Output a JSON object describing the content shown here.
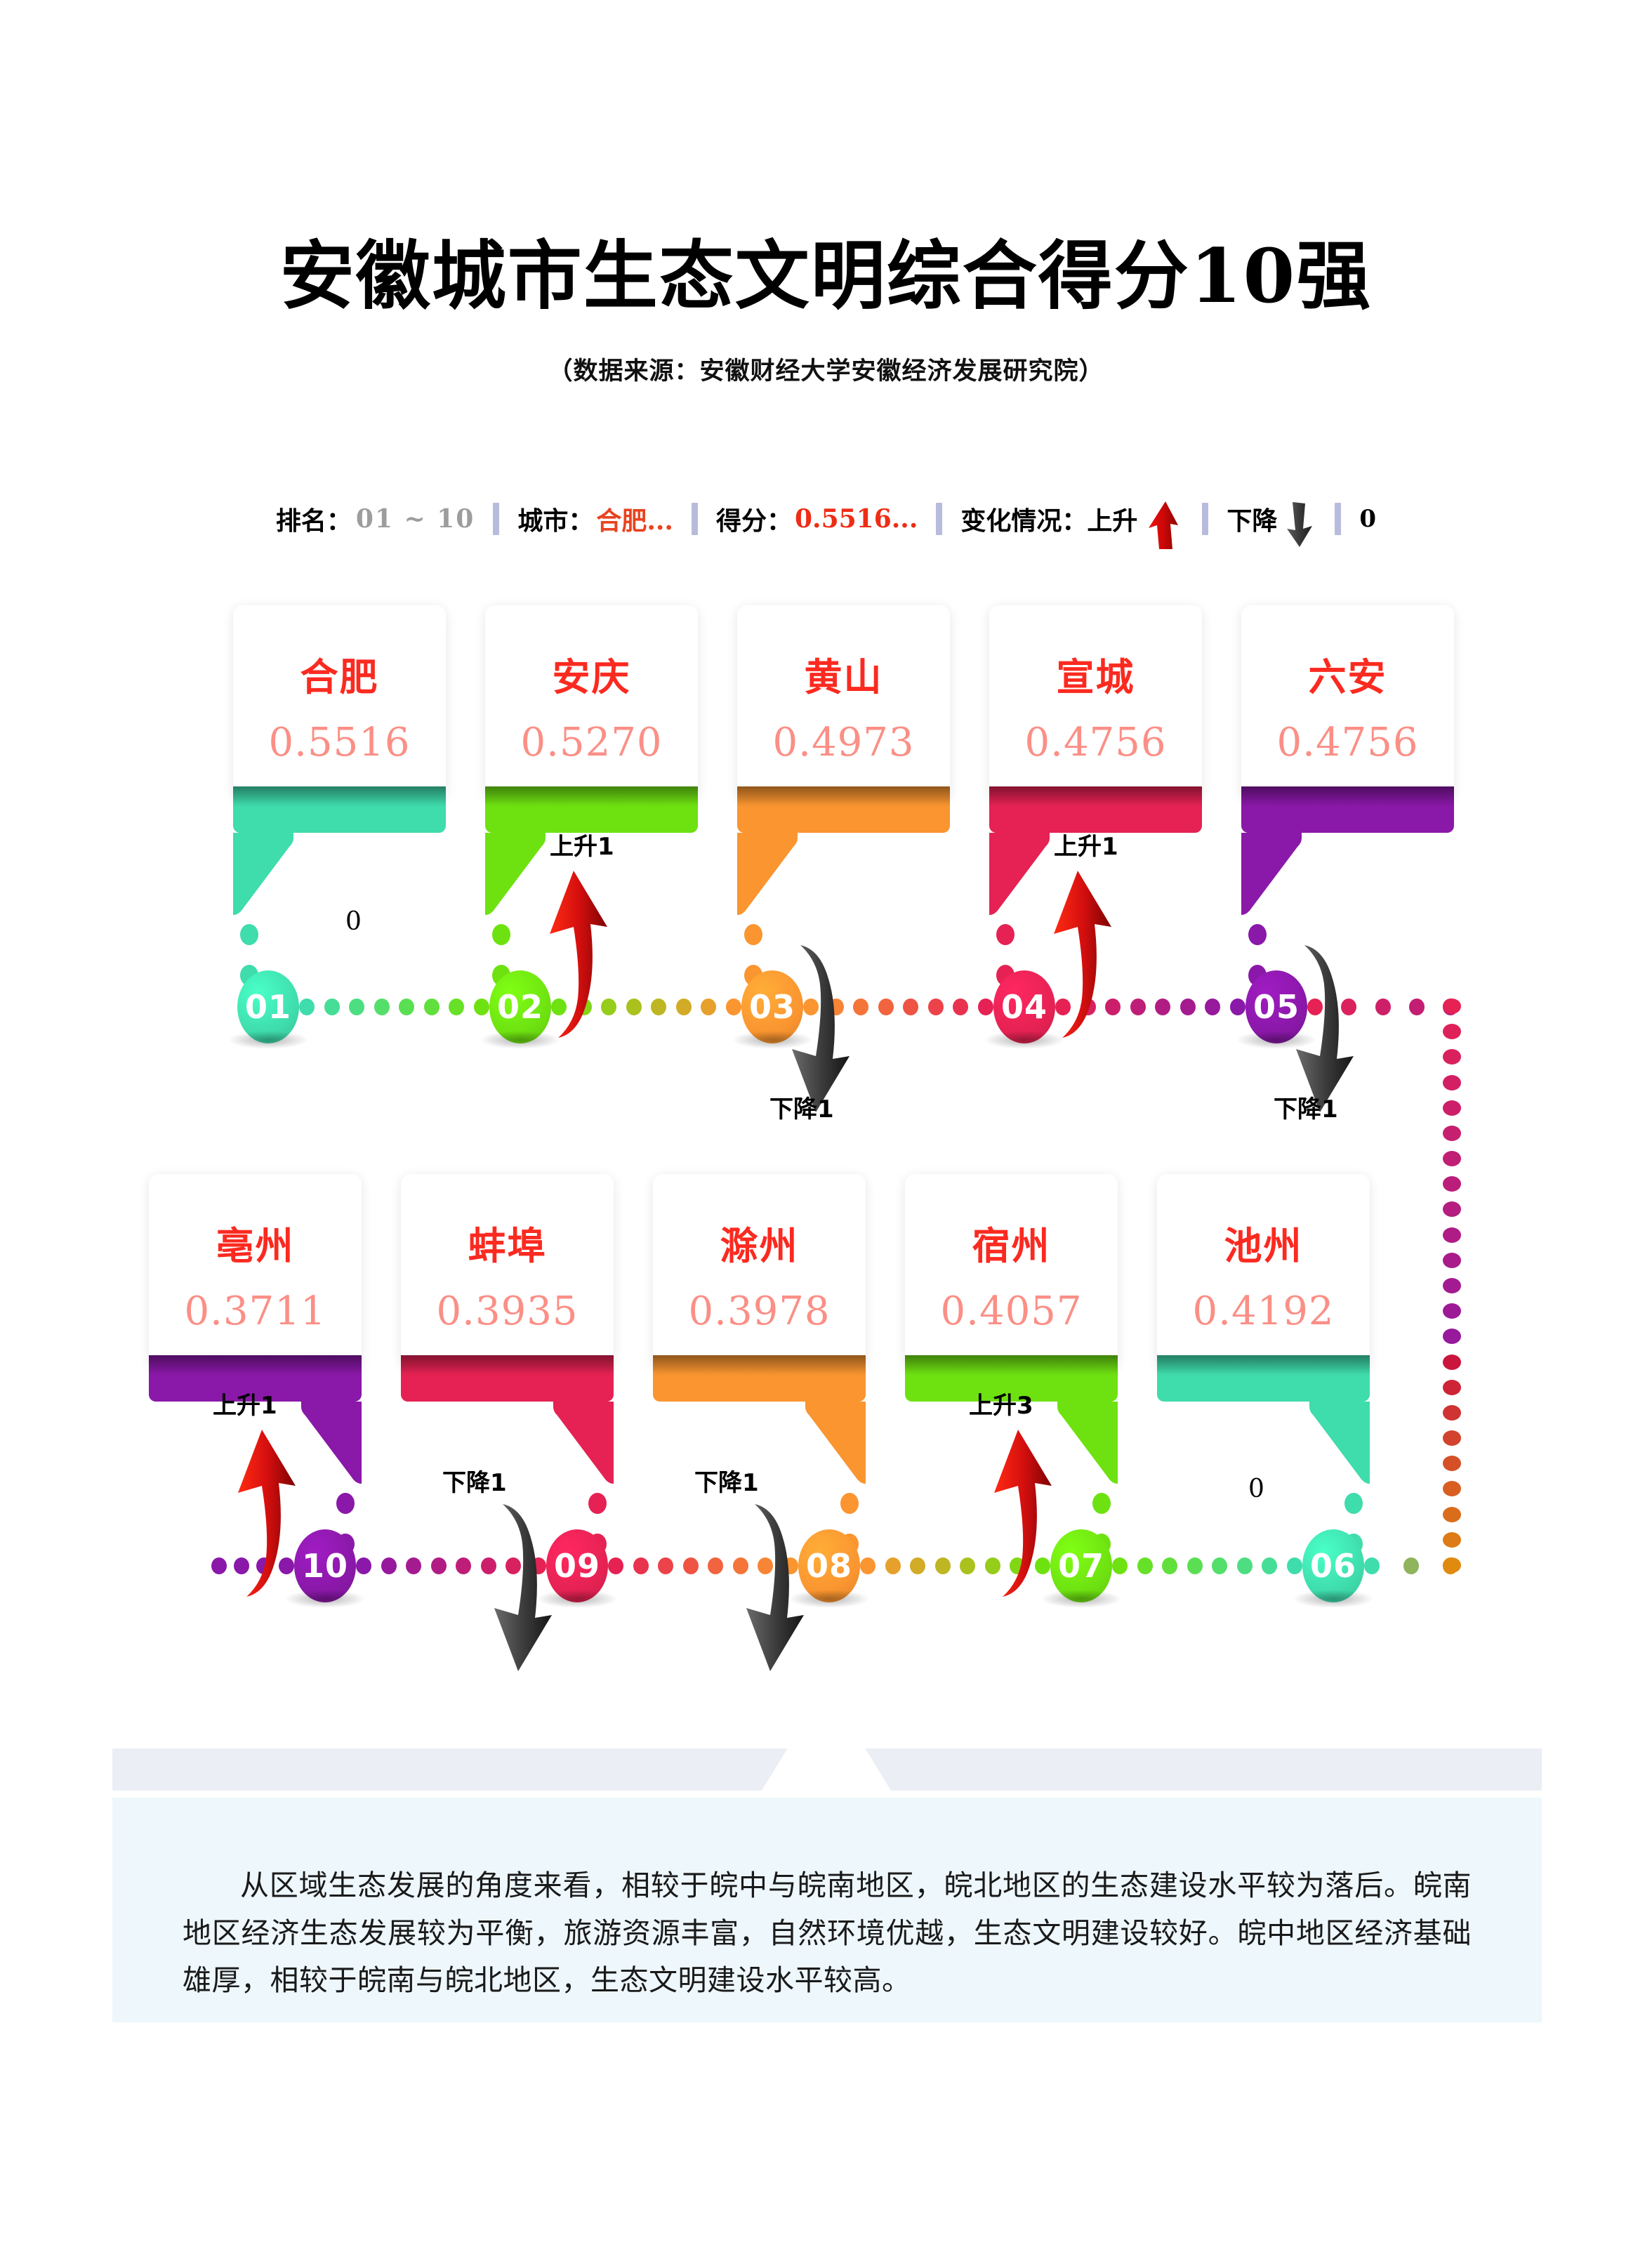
{
  "header": {
    "title": "安徽城市生态文明综合得分10强",
    "subtitle": "（数据来源：安徽财经大学安徽经济发展研究院）"
  },
  "legend": {
    "rank_label": "排名：",
    "rank_value": "01 ~ 10",
    "city_label": "城市：",
    "city_value": "合肥...",
    "score_label": "得分：",
    "score_value": "0.5516...",
    "change_label": "变化情况：",
    "up_label": "上升",
    "down_label": "下降",
    "zero_label": "0",
    "up_icon": "arrow-up-icon",
    "down_icon": "arrow-down-icon",
    "separator_color": "#b8bcdc"
  },
  "chart_data": {
    "type": "bar",
    "title": "安徽城市生态文明综合得分10强",
    "subtitle": "（数据来源：安徽财经大学安徽经济发展研究院）",
    "xlabel": "城市",
    "ylabel": "生态文明综合得分",
    "categories": [
      "合肥",
      "安庆",
      "黄山",
      "宣城",
      "六安",
      "池州",
      "宿州",
      "滁州",
      "蚌埠",
      "亳州"
    ],
    "values": [
      0.5516,
      0.527,
      0.4973,
      0.4756,
      0.4756,
      0.4192,
      0.4057,
      0.3978,
      0.3935,
      0.3711
    ],
    "ranks": [
      "01",
      "02",
      "03",
      "04",
      "05",
      "06",
      "07",
      "08",
      "09",
      "10"
    ],
    "changes": [
      "0",
      "上升1",
      "下降1",
      "上升1",
      "下降1",
      "0",
      "上升3",
      "下降1",
      "下降1",
      "上升1"
    ],
    "legend_position": "top",
    "grid": false
  },
  "rows": [
    {
      "cards": [
        {
          "rank": "01",
          "city": "合肥",
          "score": "0.5516",
          "color": "#3fdcac",
          "dark": "#2dbf92",
          "change": "0",
          "dir": "none"
        },
        {
          "rank": "02",
          "city": "安庆",
          "score": "0.5270",
          "color": "#6ee211",
          "dark": "#57c406",
          "change": "上升1",
          "dir": "up"
        },
        {
          "rank": "03",
          "city": "黄山",
          "score": "0.4973",
          "color": "#fa9530",
          "dark": "#e87f16",
          "change": "下降1",
          "dir": "down"
        },
        {
          "rank": "04",
          "city": "宣城",
          "score": "0.4756",
          "color": "#e52253",
          "dark": "#c9113f",
          "change": "上升1",
          "dir": "up"
        },
        {
          "rank": "05",
          "city": "六安",
          "score": "0.4756",
          "color": "#8a18a8",
          "dark": "#700d8c",
          "change": "下降1",
          "dir": "down"
        }
      ]
    },
    {
      "cards": [
        {
          "rank": "10",
          "city": "亳州",
          "score": "0.3711",
          "color": "#8a18a8",
          "dark": "#700d8c",
          "change": "上升1",
          "dir": "up"
        },
        {
          "rank": "09",
          "city": "蚌埠",
          "score": "0.3935",
          "color": "#e52253",
          "dark": "#c9113f",
          "change": "下降1",
          "dir": "down"
        },
        {
          "rank": "08",
          "city": "滁州",
          "score": "0.3978",
          "color": "#fa9530",
          "dark": "#e87f16",
          "change": "下降1",
          "dir": "down"
        },
        {
          "rank": "07",
          "city": "宿州",
          "score": "0.4057",
          "color": "#6ee211",
          "dark": "#57c406",
          "change": "上升3",
          "dir": "up"
        },
        {
          "rank": "06",
          "city": "池州",
          "score": "0.4192",
          "color": "#3fdcac",
          "dark": "#2dbf92",
          "change": "0",
          "dir": "none"
        }
      ]
    }
  ],
  "footer": {
    "text": "从区域生态发展的角度来看，相较于皖中与皖南地区，皖北地区的生态建设水平较为落后。皖南地区经济生态发展较为平衡，旅游资源丰富，自然环境优越，生态文明建设较好。皖中地区经济基础雄厚，相较于皖南与皖北地区，生态文明建设水平较高。"
  }
}
